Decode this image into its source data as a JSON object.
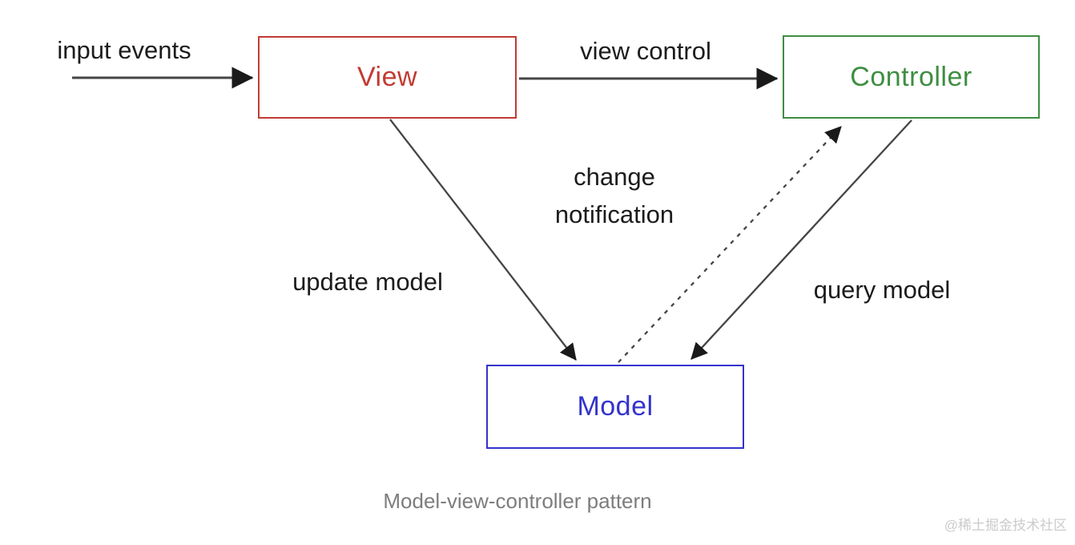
{
  "diagram": {
    "caption": "Model-view-controller pattern",
    "watermark": "@稀土掘金技术社区",
    "boxes": {
      "view": {
        "label": "View",
        "border_color": "#c23b33",
        "text_color": "#c23b33"
      },
      "controller": {
        "label": "Controller",
        "border_color": "#3e8e41",
        "text_color": "#3e8e41"
      },
      "model": {
        "label": "Model",
        "border_color": "#3333cc",
        "text_color": "#3333cc"
      }
    },
    "edges": {
      "input_events": {
        "label": "input events",
        "style": "solid",
        "from": "external",
        "to": "view"
      },
      "view_control": {
        "label": "view control",
        "style": "solid",
        "from": "view",
        "to": "controller"
      },
      "update_model": {
        "label": "update model",
        "style": "solid",
        "from": "view",
        "to": "model"
      },
      "change_notification": {
        "label_line1": "change",
        "label_line2": "notification",
        "style": "dashed",
        "from": "model",
        "to": "controller"
      },
      "query_model": {
        "label": "query model",
        "style": "solid",
        "from": "controller",
        "to": "model"
      }
    },
    "colors": {
      "arrow_line": "#454545",
      "arrow_head": "#1a1a1a",
      "edge_label_text": "#1c1c1c",
      "caption_text": "#7d7d7d",
      "watermark_text": "#cbcbcb",
      "background": "#ffffff"
    }
  }
}
